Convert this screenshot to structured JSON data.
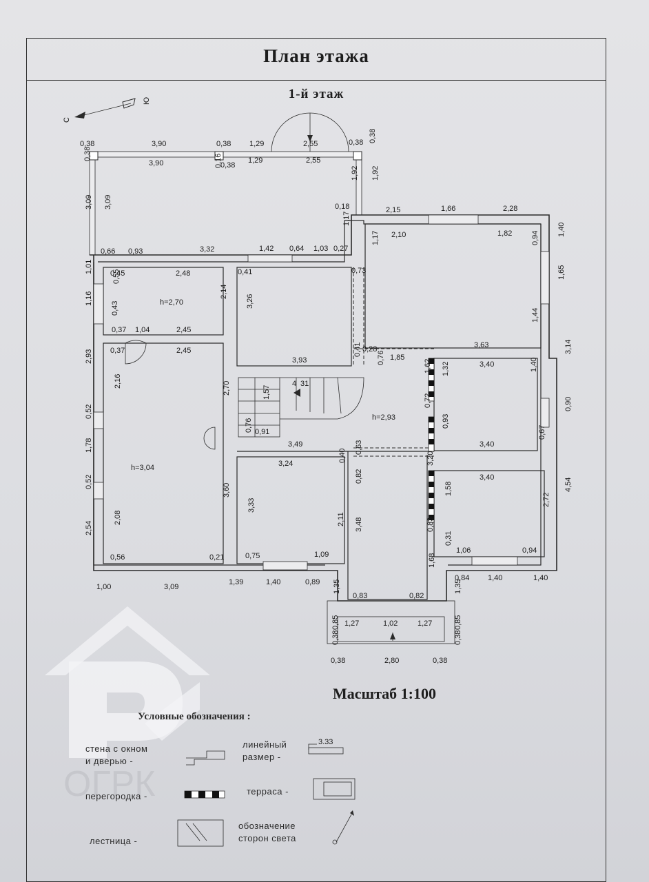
{
  "title": "План этажа",
  "subtitle": "1-й этаж",
  "compass": {
    "north": "С",
    "south": "Ю"
  },
  "scale": "Масштаб 1:100",
  "watermark": "ОГРК",
  "rooms": {
    "heights": [
      "h=2,70",
      "h=3,04",
      "h=2,93"
    ]
  },
  "dimensions": {
    "top": [
      "0,38",
      "3,90",
      "0,38",
      "1,29",
      "2,55",
      "0,38"
    ],
    "top_inner": [
      "3,90",
      "0,16",
      "0,38",
      "1,29",
      "2,55"
    ],
    "left_outer": [
      "0,38",
      "3,09",
      "1,01",
      "1,16",
      "2,93",
      "0,52",
      "1,78",
      "0,52",
      "2,54"
    ],
    "right_outer": [
      "1,40",
      "1,65",
      "3,14",
      "0,90",
      "4,54"
    ],
    "bottom": [
      "1,00",
      "3,09",
      "1,39",
      "1,40",
      "0,89",
      "0,84",
      "1,40",
      "1,40"
    ],
    "porch": [
      "1,27",
      "1,02",
      "1,27",
      "0,38",
      "2,80",
      "0,38",
      "0,85",
      "0,38",
      "1,35"
    ],
    "misc": [
      "0,38",
      "1,92",
      "0,18",
      "1,17",
      "2,15",
      "1,66",
      "2,28",
      "2,10",
      "1,82",
      "0,94",
      "1,44",
      "0,66",
      "0,93",
      "3,32",
      "1,42",
      "0,64",
      "1,03",
      "0,27",
      "1,17",
      "0,73",
      "0,45",
      "2,48",
      "0,41",
      "0,55",
      "2,14",
      "0,43",
      "3,26",
      "0,37",
      "1,04",
      "2,45",
      "0,37",
      "2,45",
      "3,93",
      "0,41",
      "0,28",
      "0,76",
      "1,85",
      "3,63",
      "2,16",
      "2,70",
      "4",
      "31",
      "1,57",
      "0,91",
      "1,62",
      "1,32",
      "3,40",
      "1,40",
      "0,72",
      "0,93",
      "3,40",
      "0,67",
      "0,76",
      "3,49",
      "0,63",
      "3,24",
      "0,40",
      "0,82",
      "3,20",
      "3,40",
      "3,33",
      "3,60",
      "2,11",
      "3,48",
      "1,58",
      "2,72",
      "2,08",
      "0,83",
      "0,31",
      "1,06",
      "0,94",
      "0,56",
      "0,21",
      "0,75",
      "1,09",
      "1,68",
      "0,83",
      "0,82"
    ]
  },
  "legend": {
    "title": "Условные обозначения :",
    "wall_line1": "стена с окном",
    "wall_line2": "и дверью -",
    "partition": "перегородка -",
    "stairs": "лестница -",
    "linear_line1": "линейный",
    "linear_line2": "размер -",
    "linear_sample": "3.33",
    "terrace": "терраса -",
    "compass_line1": "обозначение",
    "compass_line2": "сторон света"
  }
}
